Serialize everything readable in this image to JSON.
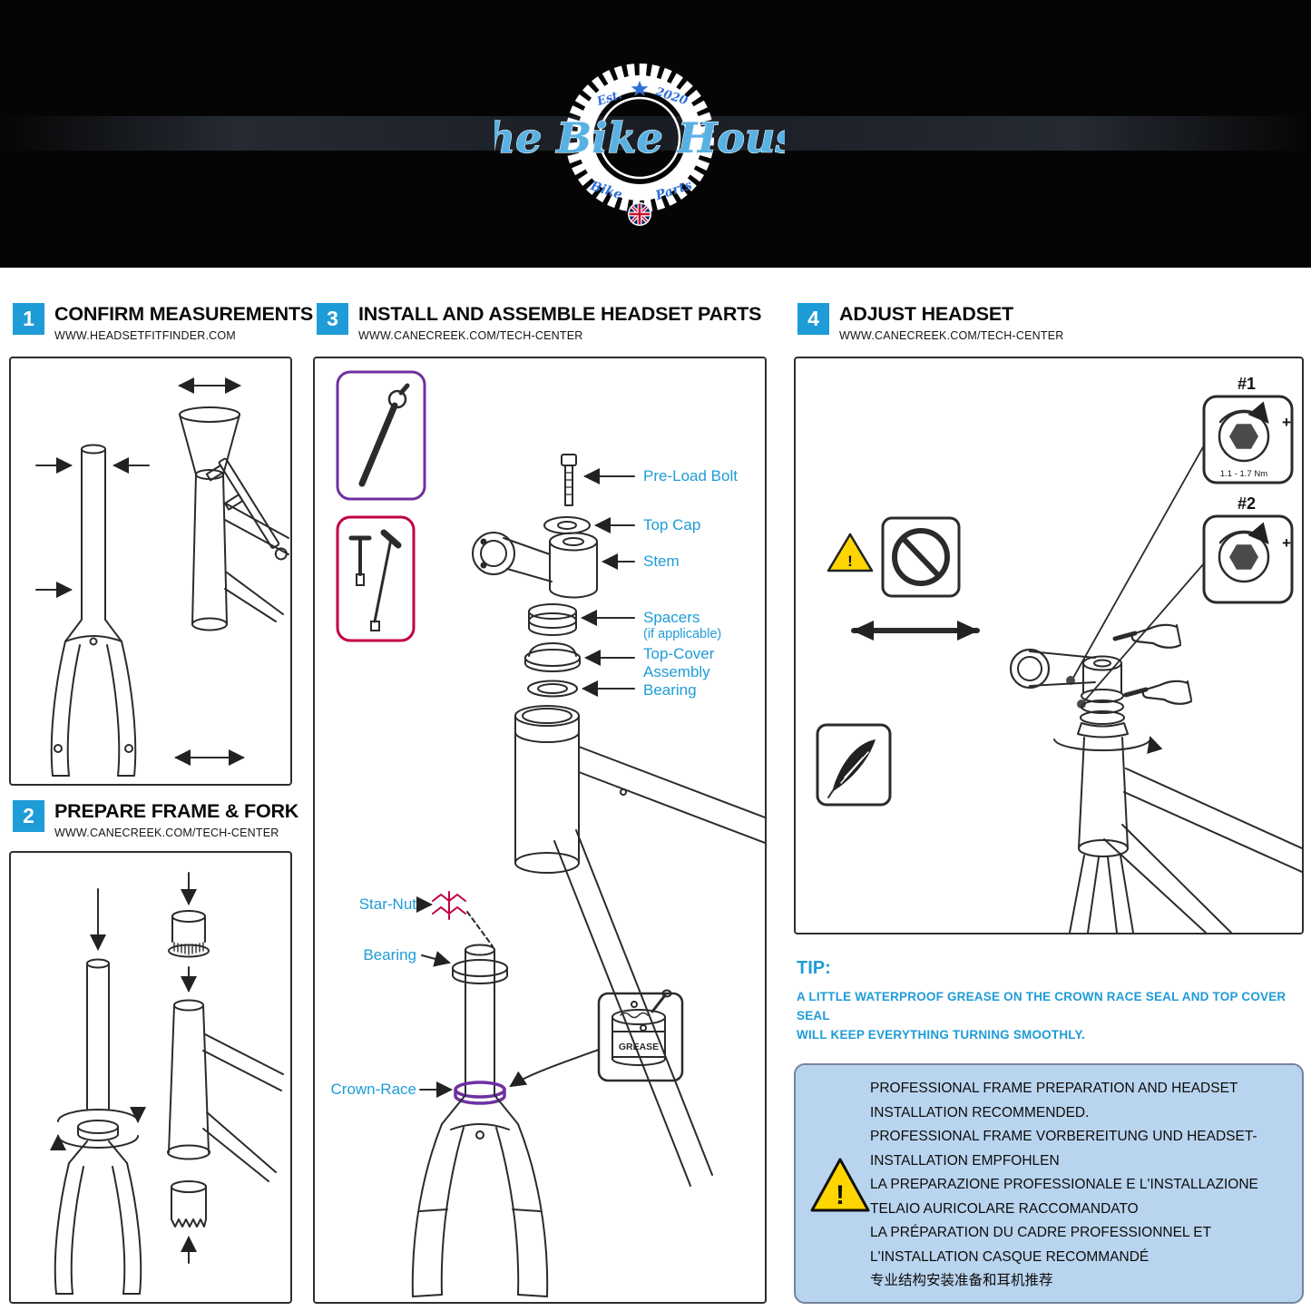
{
  "brand": {
    "name": "The Bike House",
    "est": "Est.",
    "year": "2020",
    "bike": "Bike",
    "parts": "Parts"
  },
  "steps": [
    {
      "number": "1",
      "title": "CONFIRM MEASUREMENTS",
      "url": "WWW.HEADSETFITFINDER.COM"
    },
    {
      "number": "2",
      "title": "PREPARE FRAME & FORK",
      "url": "WWW.CANECREEK.COM/TECH-CENTER"
    },
    {
      "number": "3",
      "title": "INSTALL AND ASSEMBLE HEADSET PARTS",
      "url": "WWW.CANECREEK.COM/TECH-CENTER"
    },
    {
      "number": "4",
      "title": "ADJUST HEADSET",
      "url": "WWW.CANECREEK.COM/TECH-CENTER"
    }
  ],
  "step3_labels": {
    "pre_load_bolt": "Pre-Load Bolt",
    "top_cap": "Top Cap",
    "stem": "Stem",
    "spacers": "Spacers",
    "spacers_note": "(if applicable)",
    "top_cover": "Top-Cover",
    "assembly": "Assembly",
    "bearing": "Bearing",
    "star_nut": "Star-Nut",
    "bearing_lower": "Bearing",
    "crown_race": "Crown-Race",
    "grease": "GREASE"
  },
  "step4": {
    "tool1": "#1",
    "tool2": "#2",
    "torque": "1.1 - 1.7 Nm",
    "plus": "+"
  },
  "warning": {
    "mark": "!"
  },
  "tip": {
    "label": "TIP:",
    "line1": "A LITTLE WATERPROOF GREASE ON THE CROWN RACE SEAL AND TOP COVER SEAL",
    "line2": "WILL KEEP EVERYTHING TURNING SMOOTHLY."
  },
  "notice": {
    "lines": [
      "PROFESSIONAL FRAME PREPARATION AND HEADSET",
      "INSTALLATION RECOMMENDED.",
      "PROFESSIONAL FRAME VORBEREITUNG UND HEADSET-",
      "INSTALLATION EMPFOHLEN",
      "LA PREPARAZIONE PROFESSIONALE E L'INSTALLAZIONE",
      "TELAIO AURICOLARE RACCOMANDATO",
      "LA PRÉPARATION DU CADRE PROFESSIONNEL ET",
      "L'INSTALLATION CASQUE RECOMMANDÉ",
      "专业结构安装准备和耳机推荐"
    ]
  },
  "colors": {
    "accent_blue": "#1e9cd7",
    "logo_blue": "#58b1e3",
    "purple": "#7030a0",
    "crimson": "#c00040",
    "warning_yellow": "#FFD500",
    "notice_bg": "#b9d4ee"
  }
}
